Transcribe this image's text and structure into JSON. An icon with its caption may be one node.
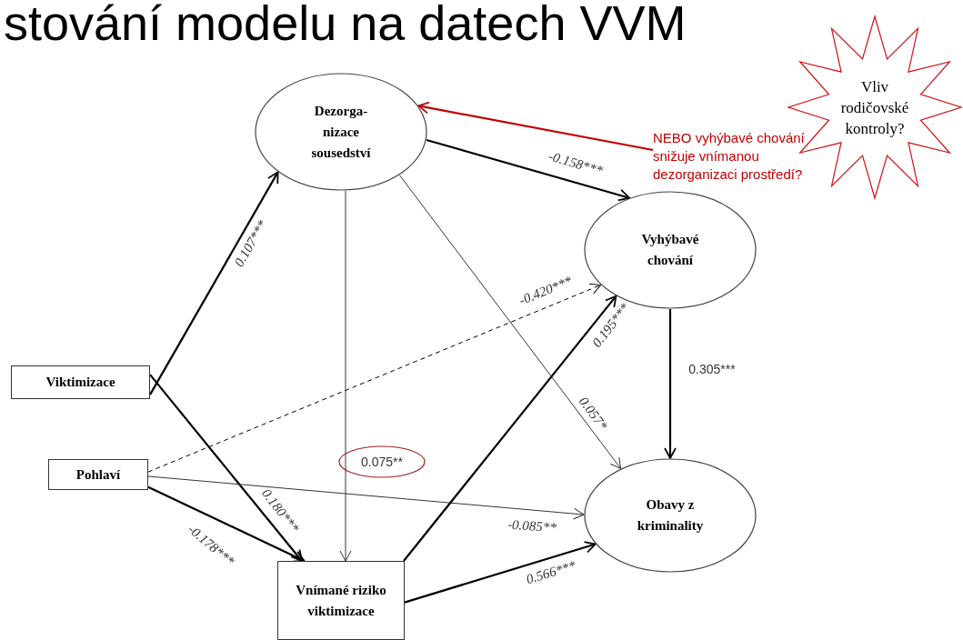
{
  "diagram": {
    "title": "stování modelu na datech VVM",
    "nodes": [
      {
        "text": [
          "Dezorga- nizace sousedství"
        ]
      },
      {
        "text": [
          "Vyhýbavé chování"
        ]
      },
      {
        "text": [
          "Viktimizace"
        ]
      },
      {
        "text": [
          "Pohlaví"
        ]
      },
      {
        "text": [
          "Vnímané riziko viktimizace"
        ]
      },
      {
        "text": [
          "Obavy z kriminality"
        ]
      },
      {
        "text": [
          "Vliv rodičovské kontroly?"
        ]
      },
      {
        "text": [
          "NEBO vyhýbavé chování snižuje vnímanou dezorganizaci prostředí?"
        ]
      }
    ],
    "edges": [
      {
        "from": 2,
        "to": 0,
        "arrow": "to",
        "label": "0.107***"
      },
      {
        "from": 0,
        "to": 1,
        "arrow": "to",
        "label": "-0.158***"
      },
      {
        "from": 0,
        "to": 4,
        "arrow": "to",
        "label": "0.075**"
      },
      {
        "from": 0,
        "to": 5,
        "arrow": "to",
        "label": "0.057*"
      },
      {
        "from": 3,
        "to": 1,
        "arrow": "to",
        "label": "-0.420***",
        "style": "dashed"
      },
      {
        "from": 2,
        "to": 4,
        "arrow": "to",
        "label": "0.180***"
      },
      {
        "from": 3,
        "to": 4,
        "arrow": "to",
        "label": "-0.178***"
      },
      {
        "from": 3,
        "to": 5,
        "arrow": "to",
        "label": "-0.085**"
      },
      {
        "from": 4,
        "to": 1,
        "arrow": "to",
        "label": "0.195***"
      },
      {
        "from": 4,
        "to": 5,
        "arrow": "to",
        "label": "0.566***"
      },
      {
        "from": 1,
        "to": 5,
        "arrow": "to",
        "label": "0.305***"
      },
      {
        "from": 7,
        "to": 0,
        "arrow": "to",
        "color": "#c00000"
      }
    ]
  }
}
